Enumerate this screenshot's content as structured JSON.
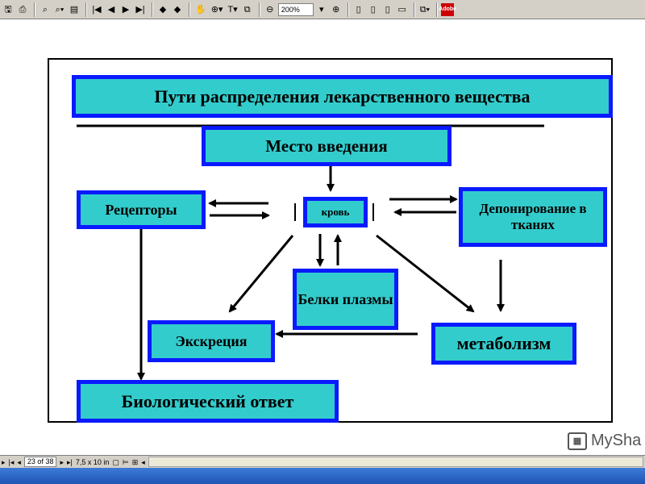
{
  "toolbar": {
    "items": [
      "save",
      "print",
      "find",
      "search",
      "page-view",
      "first-page",
      "prev-page",
      "next-page",
      "last-page",
      "back",
      "forward",
      "hand-tool",
      "zoom-tool",
      "text-select",
      "snapshot",
      "zoom-out"
    ],
    "zoom_value": "200%",
    "adobe_label": "Adobe"
  },
  "diagram": {
    "title": "Пути распределения лекарственного вещества",
    "site": "Место введения",
    "receptors": "Рецепторы",
    "blood": "кровь",
    "deposition": "Депонирование в тканях",
    "proteins": "Белки плазмы",
    "excretion": "Экскреция",
    "metabolism": "метаболизм",
    "response": "Биологический ответ"
  },
  "watermark": {
    "text": "MySha"
  },
  "statusbar": {
    "page": "23 of 38",
    "page_size": "7,5 x 10 in"
  },
  "colors": {
    "box_fill": "#33cccc",
    "box_border": "#0a1aff"
  }
}
